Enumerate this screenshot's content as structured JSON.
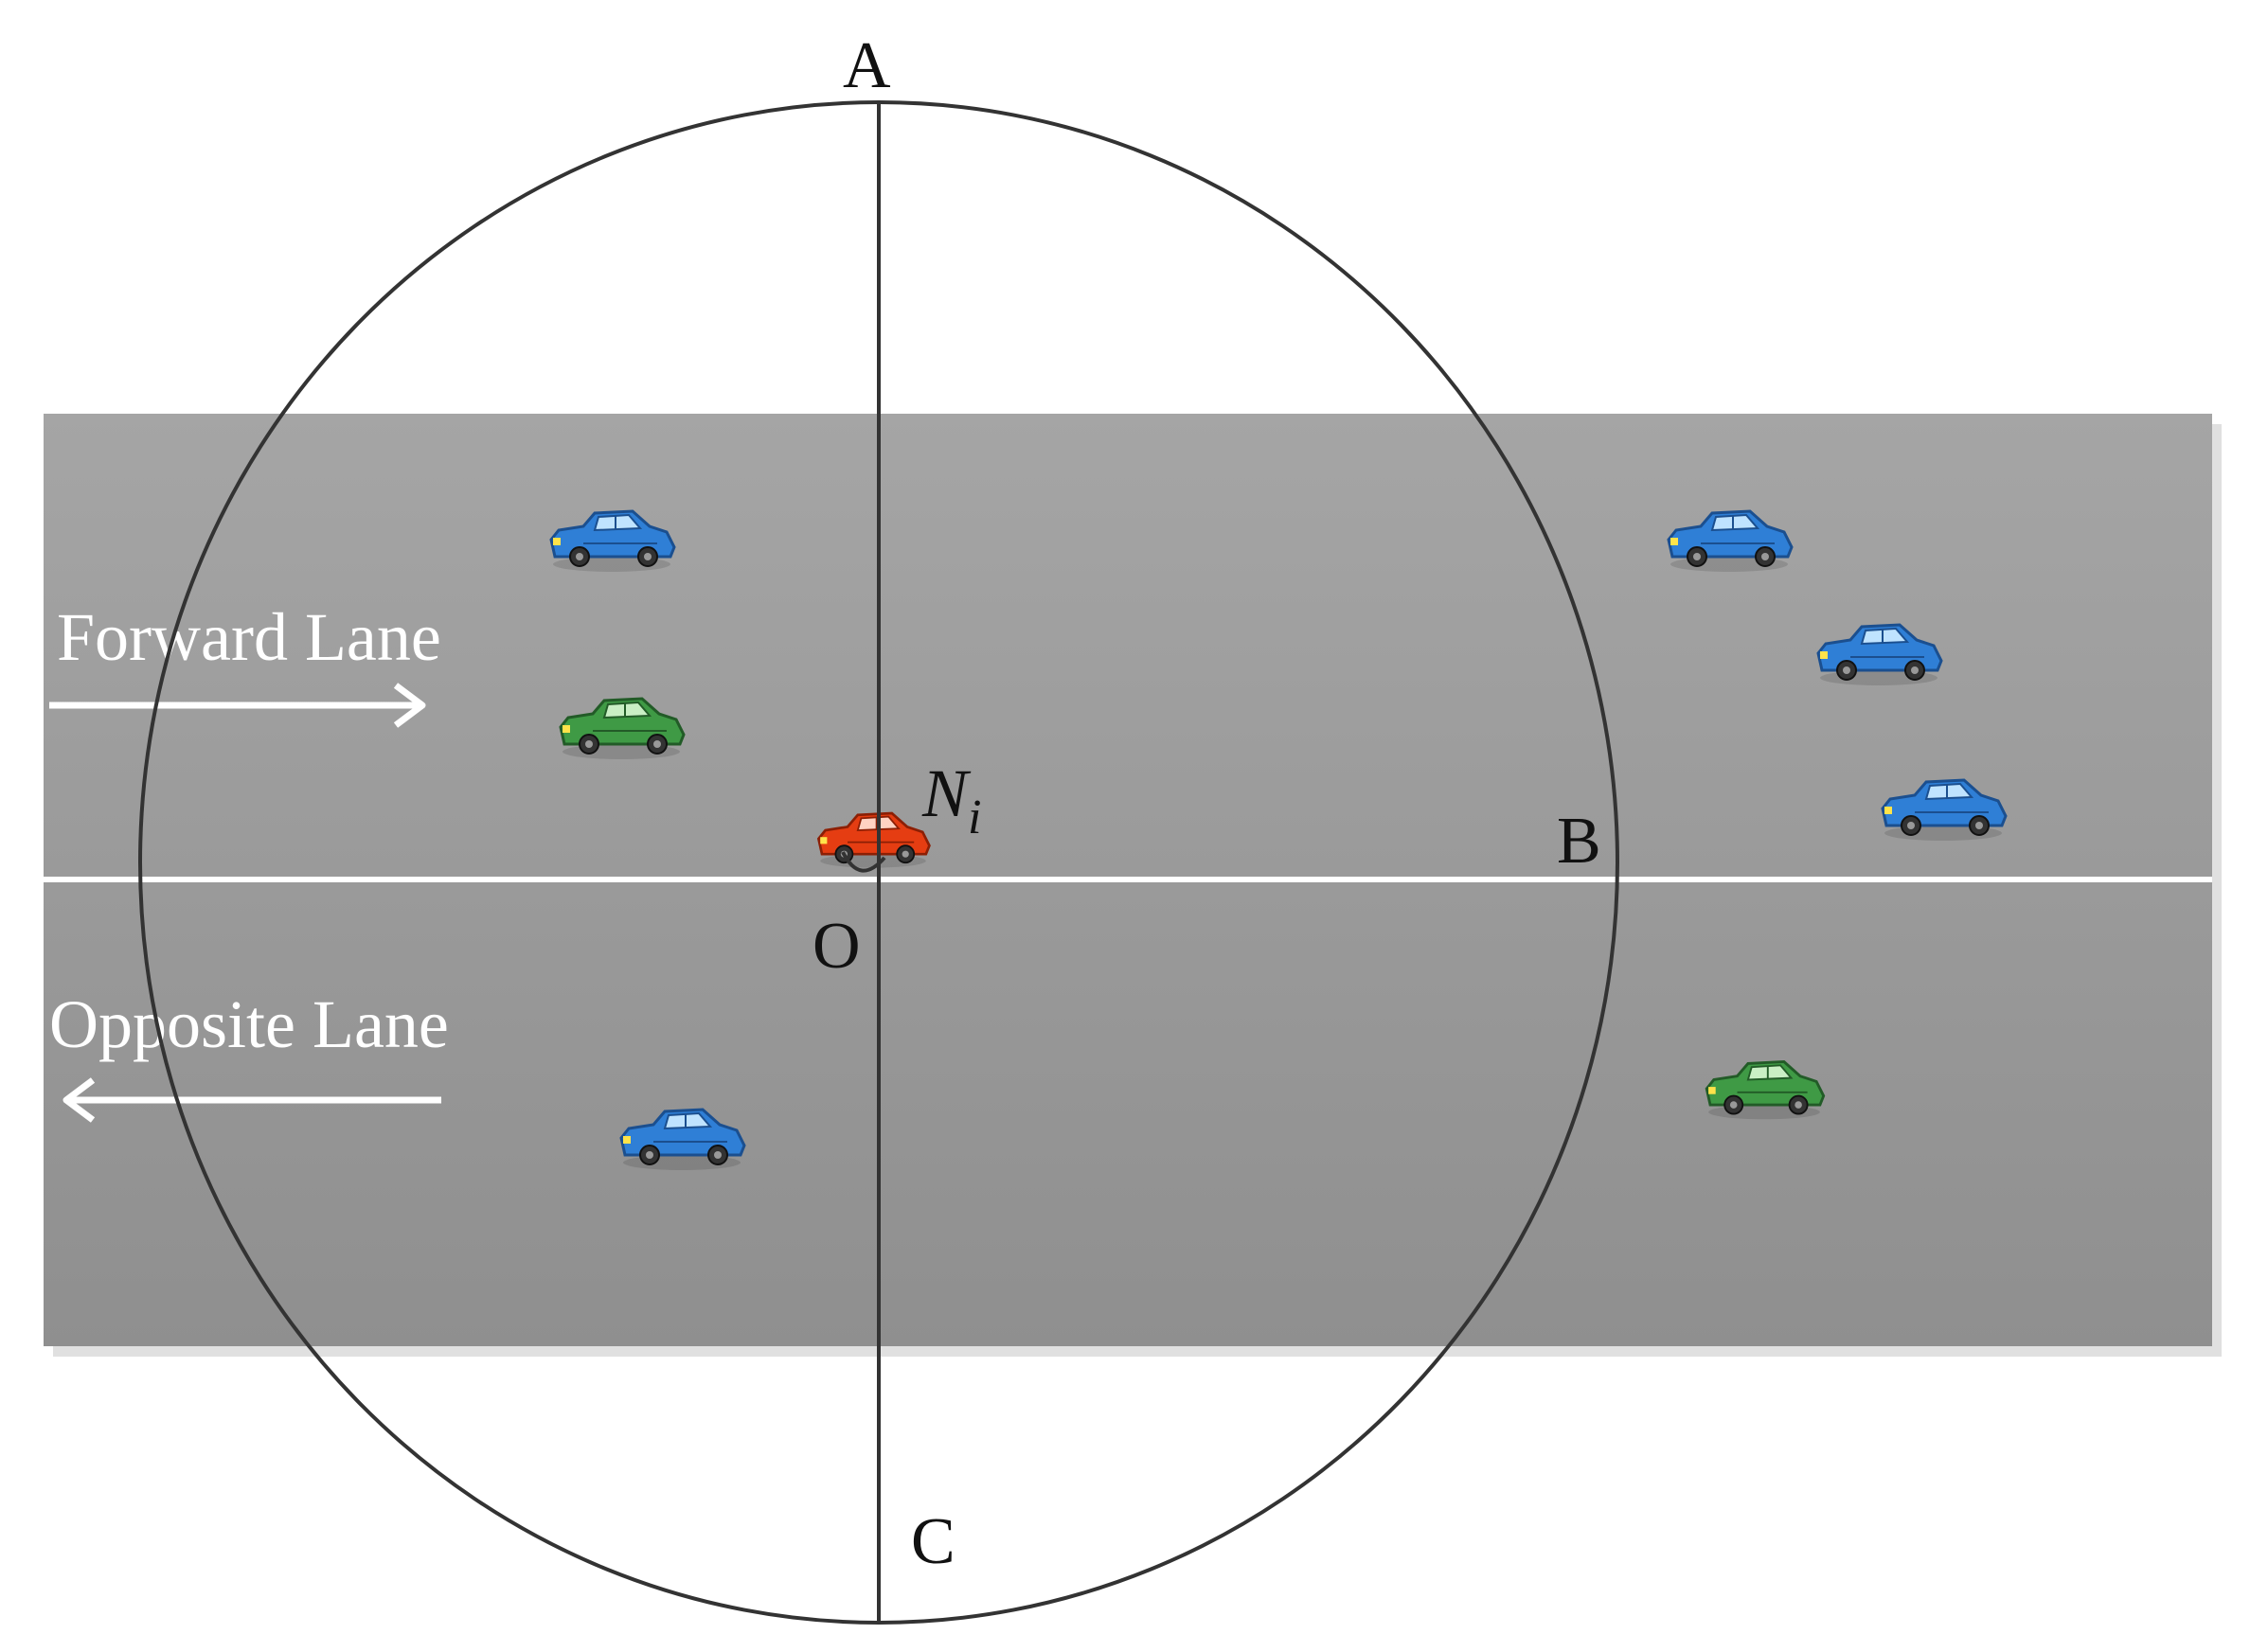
{
  "lanes": {
    "forward": "Forward Lane",
    "opposite": "Opposite Lane"
  },
  "points": {
    "A": "A",
    "B": "B",
    "C": "C",
    "O": "O"
  },
  "node": {
    "base": "N",
    "subscript": "i"
  },
  "colors": {
    "road_top": "#a5a5a5",
    "road_bottom": "#8f8f8f",
    "divider": "#ffffff",
    "circle": "#333333",
    "car_blue": "#2f7fd6",
    "car_green": "#3f9a45",
    "car_red": "#e53d12"
  },
  "vehicles": [
    {
      "color": "blue",
      "lane": "forward"
    },
    {
      "color": "green",
      "lane": "forward"
    },
    {
      "color": "red",
      "lane": "forward",
      "label": "N_i"
    },
    {
      "color": "blue",
      "lane": "forward"
    },
    {
      "color": "blue",
      "lane": "forward"
    },
    {
      "color": "blue",
      "lane": "forward"
    },
    {
      "color": "blue",
      "lane": "opposite"
    },
    {
      "color": "green",
      "lane": "opposite"
    }
  ]
}
